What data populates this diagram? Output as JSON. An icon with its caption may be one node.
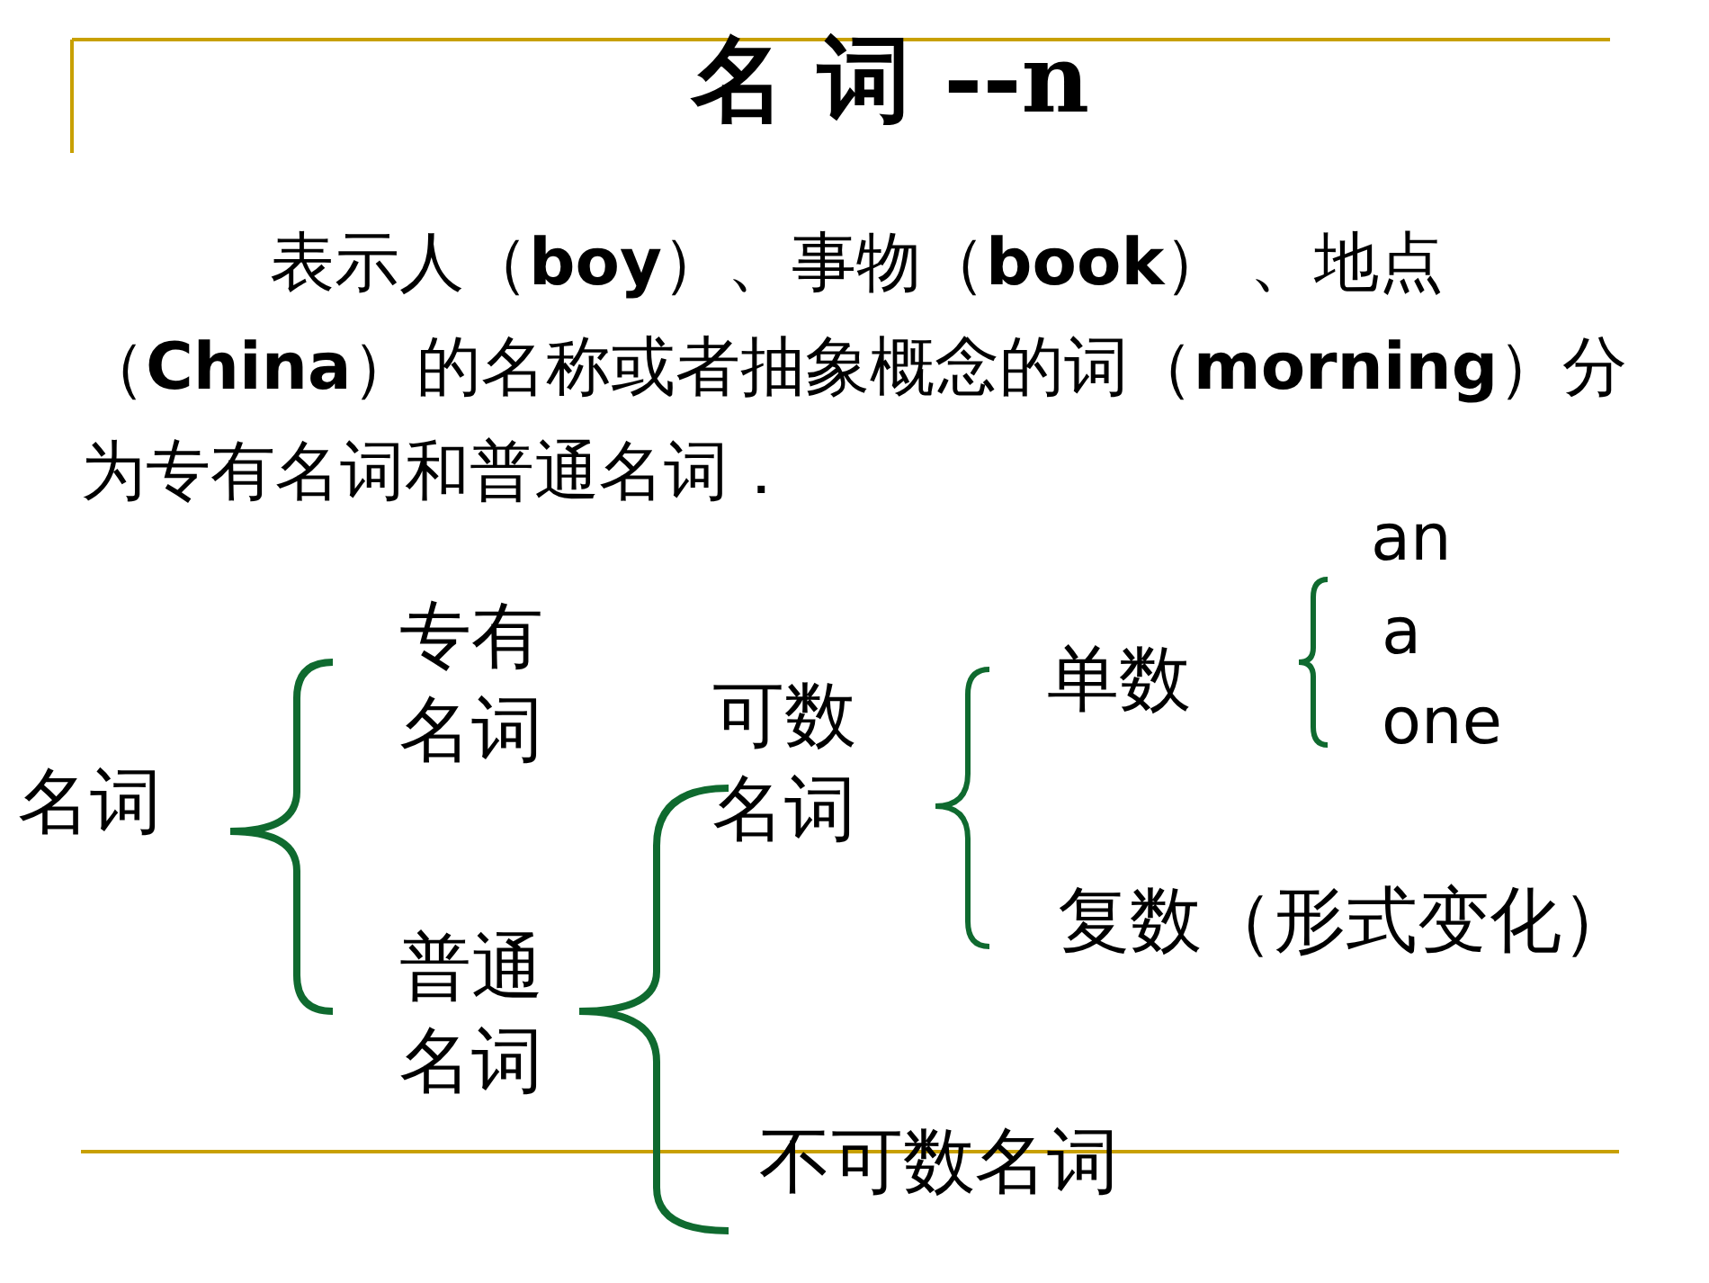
{
  "diagram": {
    "title": "名 词 --n",
    "labels": [
      "表示人（**boy**）、事物（**book**） 、地点（**China**）的名称或者抽象概念的词（**morning**）分为专有名词和普通名词．",
      "名词",
      "专有名词",
      "普通名词",
      "可数名词",
      "不可数名词",
      "单数",
      "复数（形式变化）",
      "an",
      "a",
      "one"
    ]
  }
}
